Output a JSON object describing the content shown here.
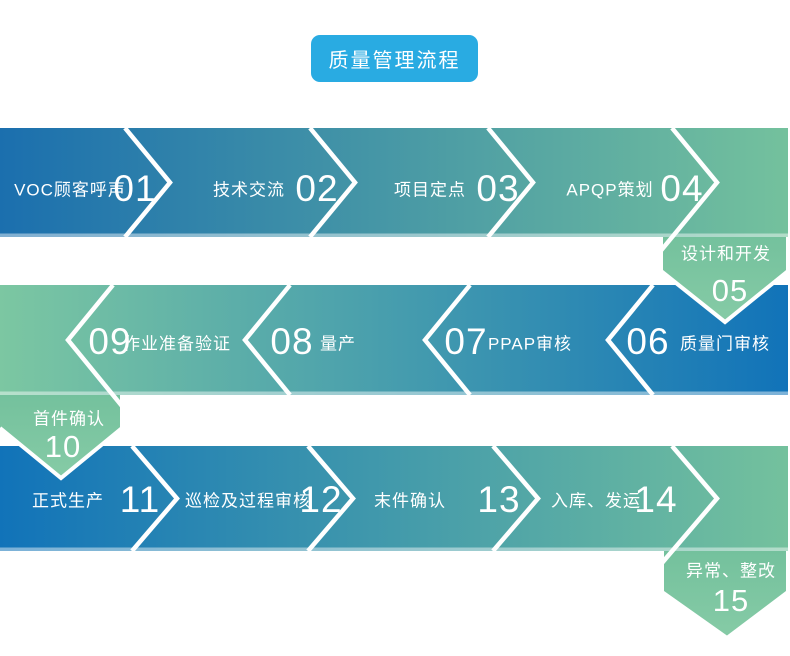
{
  "title": "质量管理流程",
  "colors": {
    "badge": "#29abe2",
    "blue_deep": "#1b6fae",
    "blue_bright": "#1173b9",
    "green": "#7cc7a2",
    "green_mid": "#74c19d",
    "green_light": "#86cba6"
  },
  "steps": [
    {
      "num": "01",
      "label": "VOC顾客呼声"
    },
    {
      "num": "02",
      "label": "技术交流"
    },
    {
      "num": "03",
      "label": "项目定点"
    },
    {
      "num": "04",
      "label": "APQP策划"
    },
    {
      "num": "05",
      "label": "设计和开发"
    },
    {
      "num": "06",
      "label": "质量门审核"
    },
    {
      "num": "07",
      "label": "PPAP审核"
    },
    {
      "num": "08",
      "label": "量产"
    },
    {
      "num": "09",
      "label": "作业准备验证"
    },
    {
      "num": "10",
      "label": "首件确认"
    },
    {
      "num": "11",
      "label": "正式生产"
    },
    {
      "num": "12",
      "label": "巡检及过程审核"
    },
    {
      "num": "13",
      "label": "末件确认"
    },
    {
      "num": "14",
      "label": "入库、发运"
    },
    {
      "num": "15",
      "label": "异常、整改"
    }
  ]
}
